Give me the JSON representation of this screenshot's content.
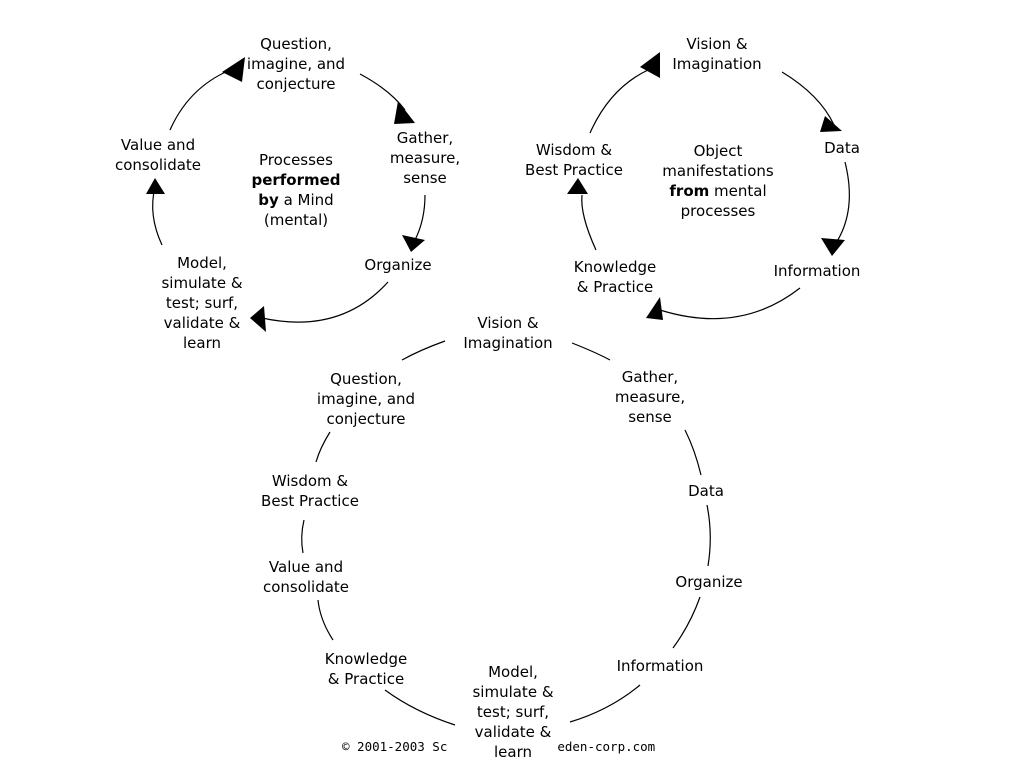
{
  "cycle_mind": {
    "nodes": [
      {
        "id": "question",
        "lines": [
          "Question,",
          "imagine, and",
          "conjecture"
        ]
      },
      {
        "id": "gather",
        "lines": [
          "Gather,",
          "measure,",
          "sense"
        ]
      },
      {
        "id": "organize",
        "lines": [
          "Organize"
        ]
      },
      {
        "id": "model",
        "lines": [
          "Model,",
          "simulate &",
          "test; surf,",
          "validate &",
          "learn"
        ]
      },
      {
        "id": "value",
        "lines": [
          "Value and",
          "consolidate"
        ]
      }
    ],
    "center": [
      {
        "text": "Processes"
      },
      {
        "bold": "performed"
      },
      {
        "bold": "by",
        "rest": " a Mind"
      },
      {
        "text": "(mental)"
      }
    ]
  },
  "cycle_object": {
    "nodes": [
      {
        "id": "vision",
        "lines": [
          "Vision &",
          "Imagination"
        ]
      },
      {
        "id": "data",
        "lines": [
          "Data"
        ]
      },
      {
        "id": "information",
        "lines": [
          "Information"
        ]
      },
      {
        "id": "knowledge",
        "lines": [
          "Knowledge",
          "& Practice"
        ]
      },
      {
        "id": "wisdom",
        "lines": [
          "Wisdom &",
          "Best Practice"
        ]
      }
    ],
    "center": [
      {
        "text": "Object"
      },
      {
        "text": "manifestations"
      },
      {
        "bold": "from",
        "rest": " mental"
      },
      {
        "text": "processes"
      }
    ]
  },
  "cycle_combined": {
    "nodes": [
      {
        "id": "vision",
        "lines": [
          "Vision &",
          "Imagination"
        ]
      },
      {
        "id": "gather",
        "lines": [
          "Gather,",
          "measure,",
          "sense"
        ]
      },
      {
        "id": "data",
        "lines": [
          "Data"
        ]
      },
      {
        "id": "organize",
        "lines": [
          "Organize"
        ]
      },
      {
        "id": "information",
        "lines": [
          "Information"
        ]
      },
      {
        "id": "model",
        "lines": [
          "Model,",
          "simulate &",
          "test; surf,",
          "validate &",
          "learn"
        ]
      },
      {
        "id": "knowledge",
        "lines": [
          "Knowledge",
          "& Practice"
        ]
      },
      {
        "id": "value",
        "lines": [
          "Value and",
          "consolidate"
        ]
      },
      {
        "id": "wisdom",
        "lines": [
          "Wisdom &",
          "Best Practice"
        ]
      },
      {
        "id": "question",
        "lines": [
          "Question,",
          "imagine, and",
          "conjecture"
        ]
      }
    ]
  },
  "copyright": {
    "left": "© 2001-2003 Sc",
    "right": "eden-corp.com"
  }
}
